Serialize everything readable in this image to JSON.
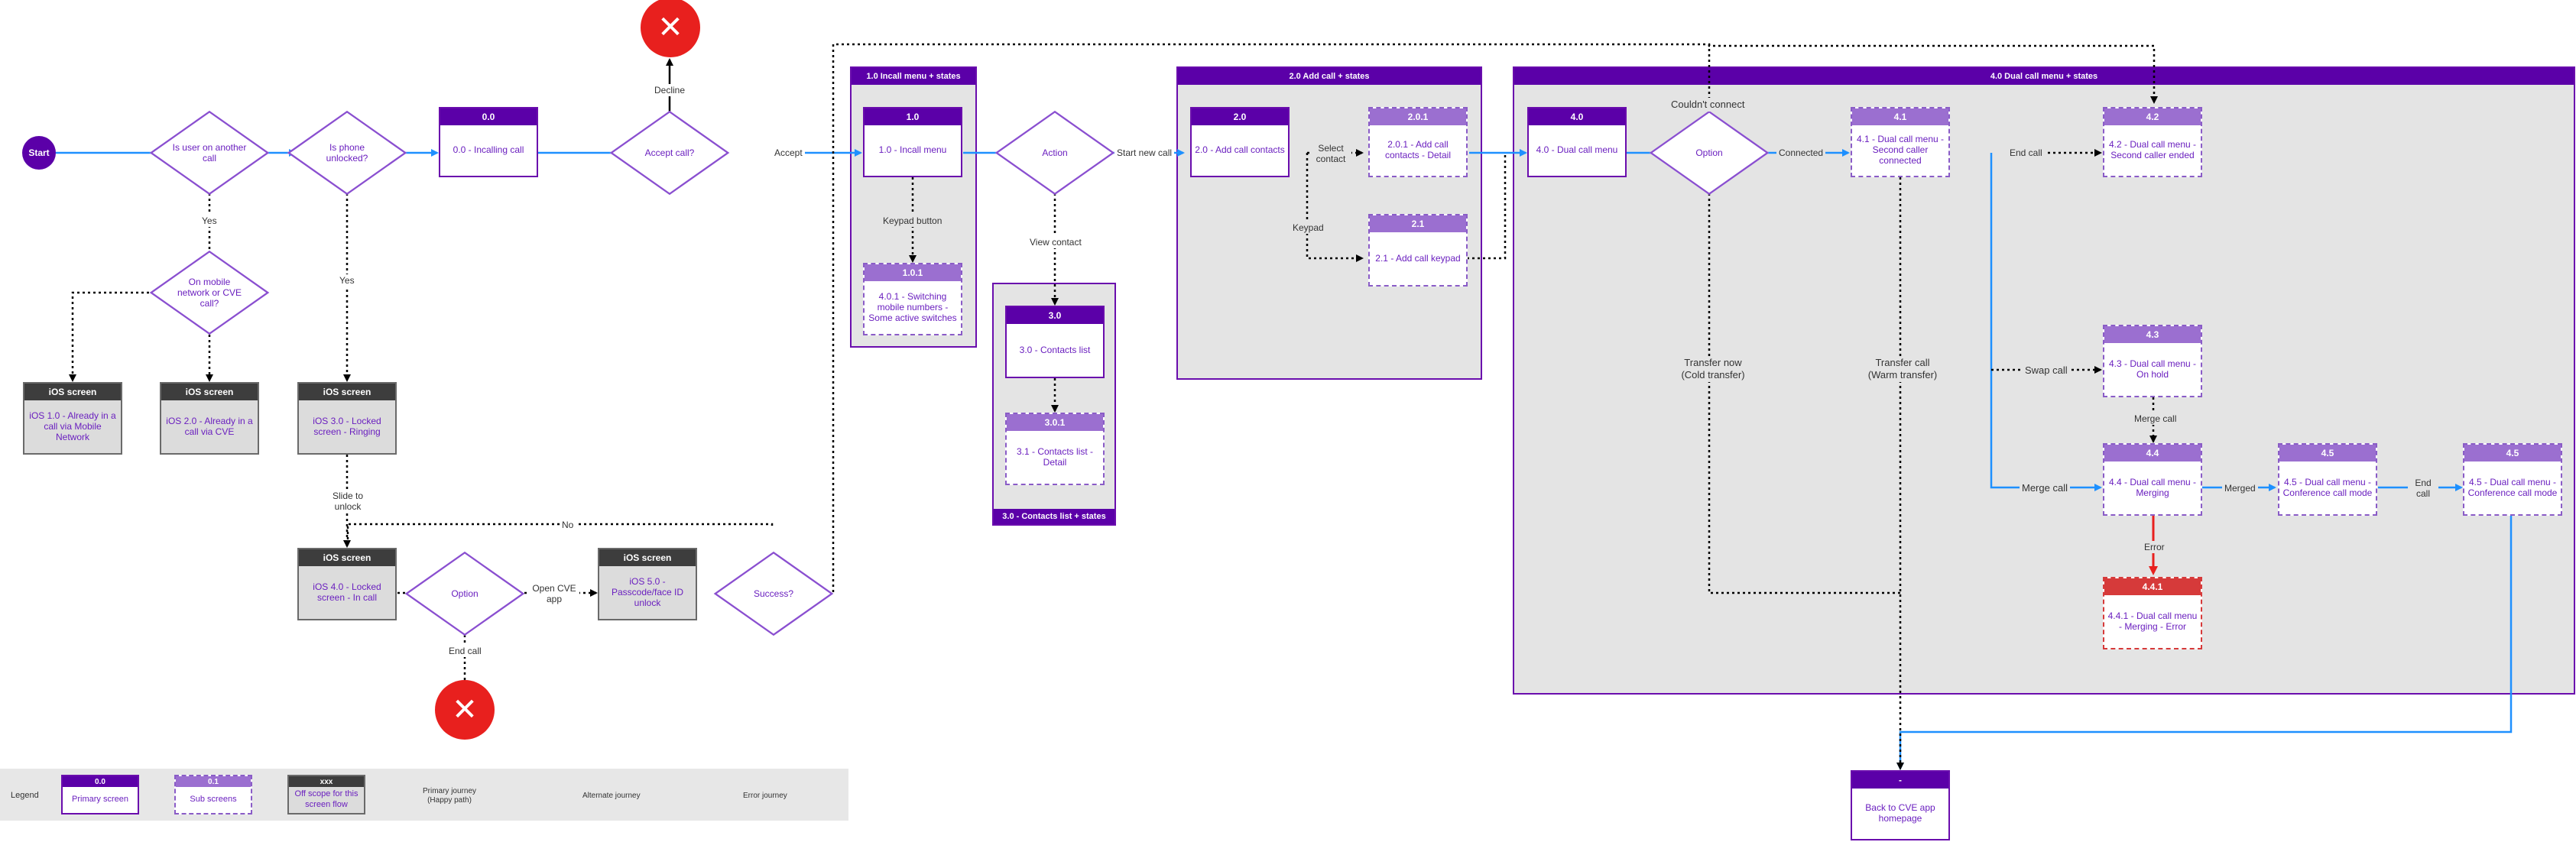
{
  "terminals": {
    "start": "Start"
  },
  "decisions": {
    "d1": "Is user on another call",
    "d2": "Is phone unlocked?",
    "d3": "On mobile network or CVE call?",
    "d4": "Accept call?",
    "d5": "Action",
    "d6": "Option",
    "d7": "Success?",
    "d8": "Option"
  },
  "groups": {
    "g10": "1.0 Incall menu + states",
    "g30": "3.0 - Contacts list + states",
    "g20": "2.0 Add call + states",
    "g40": "4.0 Dual call menu + states"
  },
  "screens": {
    "s00": {
      "id": "0.0",
      "text": "0.0 - Incalling call"
    },
    "ios1": {
      "id": "iOS screen",
      "text": "iOS 1.0 - Already in a call via Mobile Network"
    },
    "ios2": {
      "id": "iOS screen",
      "text": "iOS 2.0 - Already in a call via CVE"
    },
    "ios3": {
      "id": "iOS screen",
      "text": "iOS 3.0 - Locked screen - Ringing"
    },
    "ios4": {
      "id": "iOS screen",
      "text": "iOS 4.0 - Locked screen - In call"
    },
    "ios5": {
      "id": "iOS screen",
      "text": "iOS 5.0 - Passcode/face ID unlock"
    },
    "s10": {
      "id": "1.0",
      "text": "1.0 - Incall menu"
    },
    "s101": {
      "id": "1.0.1",
      "text": "4.0.1 - Switching mobile numbers - Some active switches"
    },
    "s30": {
      "id": "3.0",
      "text": "3.0 - Contacts list"
    },
    "s301": {
      "id": "3.0.1",
      "text": "3.1 - Contacts list - Detail"
    },
    "s20": {
      "id": "2.0",
      "text": "2.0 - Add call contacts"
    },
    "s201": {
      "id": "2.0.1",
      "text": "2.0.1 - Add call contacts - Detail"
    },
    "s21": {
      "id": "2.1",
      "text": "2.1 - Add call keypad"
    },
    "s40": {
      "id": "4.0",
      "text": "4.0 - Dual call menu"
    },
    "s41": {
      "id": "4.1",
      "text": "4.1 - Dual call menu - Second caller connected"
    },
    "s42": {
      "id": "4.2",
      "text": "4.2 - Dual call menu - Second caller ended"
    },
    "s43": {
      "id": "4.3",
      "text": "4.3 - Dual call menu - On hold"
    },
    "s44": {
      "id": "4.4",
      "text": "4.4 - Dual call menu - Merging"
    },
    "s441": {
      "id": "4.4.1",
      "text": "4.4.1 - Dual call menu - Merging - Error"
    },
    "s45a": {
      "id": "4.5",
      "text": "4.5 - Dual call menu - Conference call mode"
    },
    "s45b": {
      "id": "4.5",
      "text": "4.5 - Dual call menu - Conference call mode"
    },
    "home": {
      "id": "-",
      "text": "Back to CVE app homepage"
    }
  },
  "labels": {
    "yes1": "Yes",
    "yes2": "Yes",
    "decline": "Decline",
    "accept": "Accept",
    "slide": "Slide to unlock",
    "no": "No",
    "opencve": "Open CVE app",
    "endcall1": "End call",
    "keypadbtn": "Keypad button",
    "startnew": "Start new call",
    "viewcontact": "View contact",
    "selectcontact": "Select contact",
    "keypad": "Keypad",
    "couldnt": "Couldn't connect",
    "connected": "Connected",
    "endcall2": "End call",
    "swap": "Swap call",
    "mergecall1": "Merge call",
    "mergecall2": "Merge call",
    "merged": "Merged",
    "endcall3": "End call",
    "error": "Error",
    "transfernow": "Transfer now (Cold transfer)",
    "transfercall": "Transfer call (Warm transfer)"
  },
  "legend": {
    "title": "Legend",
    "primary_id": "0.0",
    "primary": "Primary screen",
    "sub_id": "0.1",
    "sub": "Sub screens",
    "oos_id": "xxx",
    "oos": "Off scope for this screen flow",
    "pj": "Primary journey (Happy path)",
    "aj": "Alternate journey",
    "ej": "Error journey"
  },
  "colors": {
    "primary": "#5b00a8",
    "sub": "#9b6fd0",
    "offscope": "#3d3d3d",
    "error": "#d63a3a",
    "flow": "#1e90ff",
    "end": "#e8201e"
  }
}
